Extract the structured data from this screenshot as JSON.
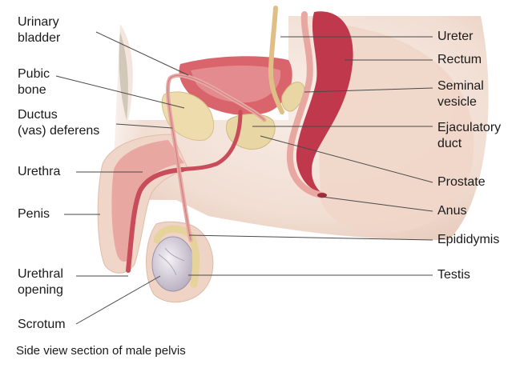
{
  "labels": {
    "urinary_bladder": "Urinary\nbladder",
    "pubic_bone": "Pubic\nbone",
    "ductus_deferens": "Ductus\n(vas) deferens",
    "urethra": "Urethra",
    "penis": "Penis",
    "urethral_opening": "Urethral\nopening",
    "scrotum": "Scrotum",
    "ureter": "Ureter",
    "rectum": "Rectum",
    "seminal_vesicle": "Seminal\nvesicle",
    "ejaculatory_duct": "Ejaculatory\nduct",
    "prostate": "Prostate",
    "anus": "Anus",
    "epididymis": "Epididymis",
    "testis": "Testis"
  },
  "caption": "Side view section of male pelvis",
  "colors": {
    "skin": "#f1dcd0",
    "skin_shadow": "#e4c2b1",
    "muscle": "#e7a4a0",
    "muscle_dark": "#c94c5a",
    "bladder": "#d9646c",
    "rectum_lumen": "#c0384c",
    "gland": "#e8d6a4",
    "bone": "#efdcac",
    "testis": "#ddd7e2",
    "hair": "#c9bfae",
    "leader": "#4a4a4a"
  }
}
